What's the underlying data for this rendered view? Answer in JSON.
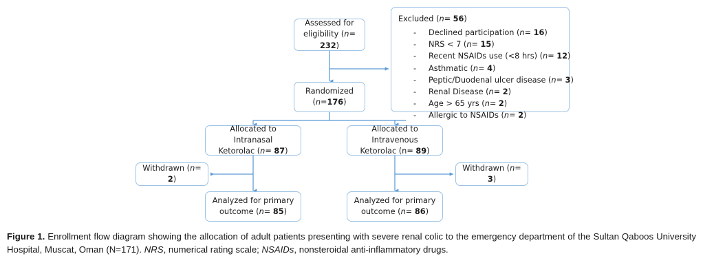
{
  "figure": {
    "theme": {
      "box_border_color": "#9CC3E5",
      "connector_color": "#5B9BD5",
      "background": "#ffffff",
      "text_color": "#1b1b1b"
    },
    "nodes": {
      "assessed": {
        "name": "assessed-for-eligibility",
        "line1": "Assessed for",
        "line2_prefix": "eligibility  (",
        "line2_n": "n",
        "line2_eq": "= ",
        "line2_value": "232",
        "line2_suffix": ")"
      },
      "excluded": {
        "name": "excluded",
        "title_prefix": "Excluded (",
        "title_n": "n",
        "title_eq": "= ",
        "title_value": "56",
        "title_suffix": ")",
        "items": [
          {
            "dash": "-",
            "label": "Declined participation (",
            "n": "n",
            "eq": "= ",
            "value": "16",
            "suffix": ")"
          },
          {
            "dash": "-",
            "label": "NRS < 7 (",
            "n": "n",
            "eq": "= ",
            "value": "15",
            "suffix": ")"
          },
          {
            "dash": "-",
            "label": "Recent NSAIDs use (<8 hrs) (",
            "n": "n",
            "eq": "= ",
            "value": "12",
            "suffix": ")"
          },
          {
            "dash": "-",
            "label": "Asthmatic (",
            "n": "n",
            "eq": "= ",
            "value": "4",
            "suffix": ")"
          },
          {
            "dash": "-",
            "label": "Peptic/Duodenal  ulcer disease (",
            "n": "n",
            "eq": "= ",
            "value": "3",
            "suffix": ")"
          },
          {
            "dash": "-",
            "label": "Renal  Disease (",
            "n": "n",
            "eq": "= ",
            "value": "2",
            "suffix": ")"
          },
          {
            "dash": "-",
            "label": "Age > 65 yrs (",
            "n": "n",
            "eq": "= ",
            "value": "2",
            "suffix": ")"
          },
          {
            "dash": "-",
            "label": "Allergic to NSAIDs (",
            "n": "n",
            "eq": "= ",
            "value": "2",
            "suffix": ")"
          }
        ]
      },
      "randomized": {
        "name": "randomized",
        "line1": "Randomized",
        "line2_prefix": "(",
        "line2_n": "n",
        "line2_eq": "=",
        "line2_value": "176",
        "line2_suffix": ")"
      },
      "allocated_intranasal": {
        "name": "allocated-to-intranasal-ketorolac",
        "line1": "Allocated to Intranasal",
        "line2_prefix": "Ketorolac (",
        "line2_n": "n",
        "line2_eq": "= ",
        "line2_value": "87",
        "line2_suffix": ")"
      },
      "allocated_intravenous": {
        "name": "allocated-to-intravenous-ketorolac",
        "line1": "Allocated to Intravenous",
        "line2_prefix": "Ketorolac (n",
        "line2_n": "",
        "line2_eq": "= ",
        "line2_value": "89",
        "line2_suffix": ")"
      },
      "withdrawn_left": {
        "name": "withdrawn-intranasal",
        "prefix": "Withdrawn (",
        "n": "n",
        "eq": "= ",
        "value": "2",
        "suffix": ")"
      },
      "withdrawn_right": {
        "name": "withdrawn-intravenous",
        "prefix": "Withdrawn (",
        "n": "n",
        "eq": "= ",
        "value": "3",
        "suffix": ")"
      },
      "analyzed_left": {
        "name": "analyzed-primary-outcome-intranasal",
        "line1": "Analyzed for primary",
        "line2_prefix": "outcome (",
        "line2_n": "n",
        "line2_eq": "= ",
        "line2_value": "85",
        "line2_suffix": ")"
      },
      "analyzed_right": {
        "name": "analyzed-primary-outcome-intravenous",
        "line1": "Analyzed for primary",
        "line2_prefix": "outcome (",
        "line2_n": "n",
        "line2_eq": "= ",
        "line2_value": "86",
        "line2_suffix": ")"
      }
    },
    "caption": {
      "label": "Figure 1.",
      "text_part1": " Enrollment flow diagram showing the allocation of adult patients presenting with severe renal colic to the emergency department of the Sultan Qaboos University Hospital, Muscat, Oman (N=171). ",
      "abbr1": "NRS",
      "text_part2": ", numerical rating scale; ",
      "abbr2": "NSAIDs",
      "text_part3": ", nonsteroidal anti-inflammatory drugs."
    }
  }
}
